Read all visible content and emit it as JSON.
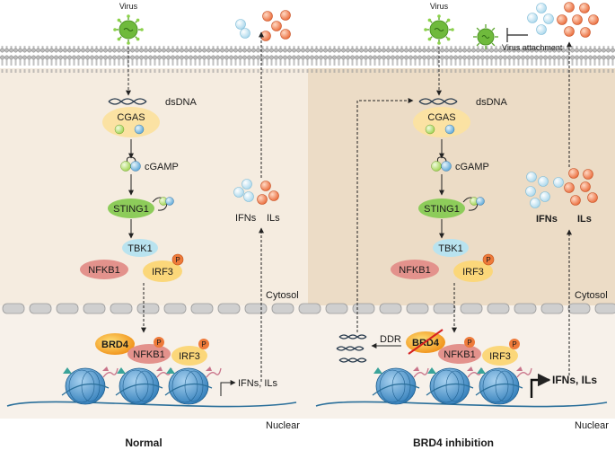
{
  "labels": {
    "virus": "Virus",
    "dsdna": "dsDNA",
    "cgas": "CGAS",
    "cgamp": "cGAMP",
    "sting1": "STING1",
    "tbk1": "TBK1",
    "nfkb1": "NFKB1",
    "irf3": "IRF3",
    "phospho": "P",
    "brd4": "BRD4",
    "ifns": "IFNs",
    "ils": "ILs",
    "cytosol": "Cytosol",
    "nuclear": "Nuclear",
    "ifns_ils": "IFNs, ILs",
    "ddr": "DDR",
    "virus_attachment": "Virus attachment"
  },
  "panels": {
    "left_title": "Normal",
    "right_title": "BRD4 inhibition"
  },
  "colors": {
    "cytoplasm_left": "#f5ece0",
    "cytoplasm_right": "#ecdcc6",
    "membrane": "#9a9a9a",
    "cgas": "#fbe2a3",
    "sting1": "#8dcc5a",
    "tbk1": "#b9e3ef",
    "nfkb1": "#e3928c",
    "irf3": "#fbd77a",
    "phospho": "#ee7a3a",
    "brd4": "#f39c12",
    "virus": "#6fba3c",
    "ifn_dot": "#c9e6f3",
    "il_dot": "#f08a5d",
    "nucleosome": "#4a93c9"
  }
}
